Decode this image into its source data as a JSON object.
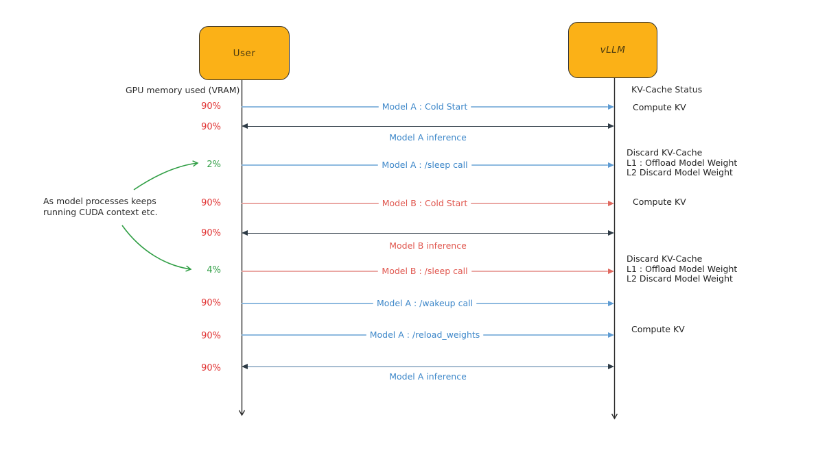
{
  "diagram": {
    "actors": {
      "user": "User",
      "vllm": "vLLM"
    },
    "left_header": "GPU memory used (VRAM)",
    "right_header": "KV-Cache Status",
    "note": {
      "line1": "As model processes keeps",
      "line2": "running CUDA context etc."
    },
    "colors": {
      "actor_fill": "#fbb117",
      "blue_arrow": "#8db9df",
      "blue_text": "#3d87c9",
      "red_arrow": "#eaa7a3",
      "red_text": "#e0564e",
      "dark_arrow": "#2e3b46",
      "green": "#2f9e44",
      "vram_red": "#e03131"
    },
    "messages": [
      {
        "label": "Model A : Cold Start",
        "direction": "right",
        "color": "blue",
        "vram": "90%",
        "status": [
          "Compute KV"
        ]
      },
      {
        "label": "Model A inference",
        "direction": "both",
        "color": "blue",
        "vram": "90%"
      },
      {
        "label": "Model A : /sleep call",
        "direction": "right",
        "color": "blue",
        "vram": "2%",
        "status": [
          "Discard KV-Cache",
          "L1 : Offload Model Weight",
          "L2 Discard Model Weight"
        ]
      },
      {
        "label": "Model B : Cold Start",
        "direction": "right",
        "color": "red",
        "vram": "90%",
        "status": [
          "Compute KV"
        ]
      },
      {
        "label": "Model B inference",
        "direction": "both",
        "color": "red",
        "vram": "90%"
      },
      {
        "label": "Model B : /sleep call",
        "direction": "right",
        "color": "red",
        "vram": "4%",
        "status": [
          "Discard KV-Cache",
          "L1 : Offload Model Weight",
          "L2 Discard Model Weight"
        ]
      },
      {
        "label": "Model A : /wakeup call",
        "direction": "right",
        "color": "blue",
        "vram": "90%"
      },
      {
        "label": "Model A : /reload_weights",
        "direction": "right",
        "color": "blue",
        "vram": "90%",
        "status": [
          "Compute KV"
        ]
      },
      {
        "label": "Model A inference",
        "direction": "both",
        "color": "blue",
        "vram": "90%"
      }
    ]
  }
}
